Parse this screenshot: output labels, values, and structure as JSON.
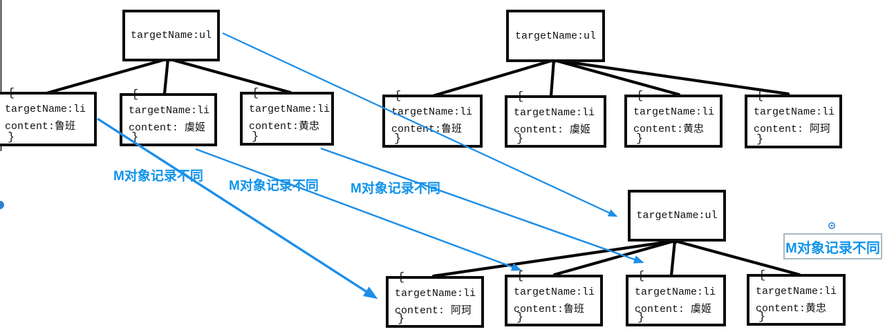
{
  "colors": {
    "background": "#ffffff",
    "box_border_black": "#0a0a0a",
    "tree_edge_black": "#030303",
    "arrow_blue": "#1e8ee7",
    "label_blue": "#1193ea",
    "label_box_border": "#a9bac4"
  },
  "braces": {
    "open": "{",
    "close": "}"
  },
  "trees": [
    {
      "name": "old-virtual-dom-tree",
      "root": {
        "label": "targetName:ul"
      },
      "children": [
        {
          "line1": "targetName:li",
          "line2": "content:鲁班"
        },
        {
          "line1": "targetName:li",
          "line2": "content: 虞姬"
        },
        {
          "line1": "targetName:li",
          "line2": "content:黄忠"
        }
      ]
    },
    {
      "name": "new-virtual-dom-tree",
      "root": {
        "label": "targetName:ul"
      },
      "children": [
        {
          "line1": "targetName:li",
          "line2": "content:鲁班"
        },
        {
          "line1": "targetName:li",
          "line2": "content: 虞姬"
        },
        {
          "line1": "targetName:li",
          "line2": "content:黄忠"
        },
        {
          "line1": "targetName:li",
          "line2": "content: 阿珂"
        }
      ]
    },
    {
      "name": "diffed-virtual-dom-tree",
      "root": {
        "label": "targetName:ul"
      },
      "children": [
        {
          "line1": "targetName:li",
          "line2": "content: 阿珂"
        },
        {
          "line1": "targetName:li",
          "line2": "content:鲁班"
        },
        {
          "line1": "targetName:li",
          "line2": "content: 虞姬"
        },
        {
          "line1": "targetName:li",
          "line2": "content:黄忠"
        }
      ]
    }
  ],
  "diff_labels": {
    "floating": [
      {
        "text": "M对象记录不同"
      },
      {
        "text": "M对象记录不同"
      },
      {
        "text": "M对象记录不同"
      }
    ],
    "boxed": {
      "text": "M对象记录不同"
    }
  }
}
